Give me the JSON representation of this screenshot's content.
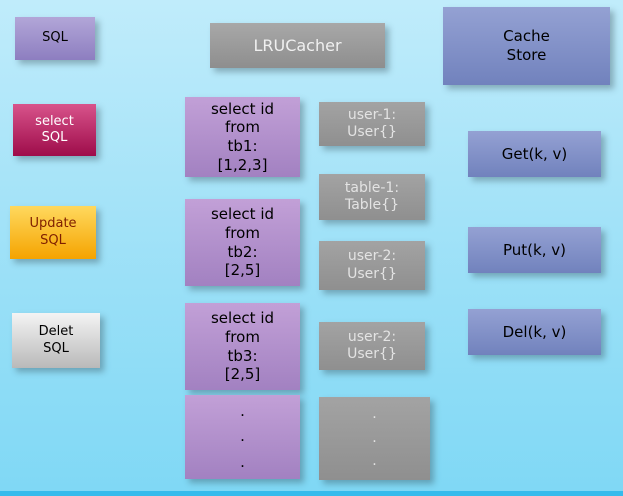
{
  "palette": {
    "background_top": "#c0ecfb",
    "background_bottom": "#7fd8f5",
    "sql_purple": "#9a8cc6",
    "select_crimson": "#b81d5b",
    "update_orange": "#fdb913",
    "delete_silver": "#d9d9d9",
    "cacher_gray": "#9a9a9a",
    "query_violet": "#ad89c6",
    "entry_gray": "#989898",
    "store_blue": "#8290c5"
  },
  "left_column": [
    {
      "label": "SQL"
    },
    {
      "label": "select\nSQL"
    },
    {
      "label": "Update\nSQL"
    },
    {
      "label": "Delet\nSQL"
    }
  ],
  "lru_cacher": {
    "label": "LRUCacher"
  },
  "queries": [
    {
      "label": "select id\nfrom\ntb1:\n[1,2,3]"
    },
    {
      "label": "select id\nfrom\ntb2:\n[2,5]"
    },
    {
      "label": "select id\nfrom\ntb3:\n[2,5]"
    },
    {
      "label": ".\n.\n."
    }
  ],
  "cache_entries": [
    {
      "label": "user-1:\nUser{}"
    },
    {
      "label": "table-1:\nTable{}"
    },
    {
      "label": "user-2:\nUser{}"
    },
    {
      "label": "user-2:\nUser{}"
    },
    {
      "label": ".\n.\n."
    }
  ],
  "cache_store": {
    "label": "Cache\nStore"
  },
  "operations": [
    {
      "label": "Get(k, v)"
    },
    {
      "label": "Put(k, v)"
    },
    {
      "label": "Del(k, v)"
    }
  ]
}
